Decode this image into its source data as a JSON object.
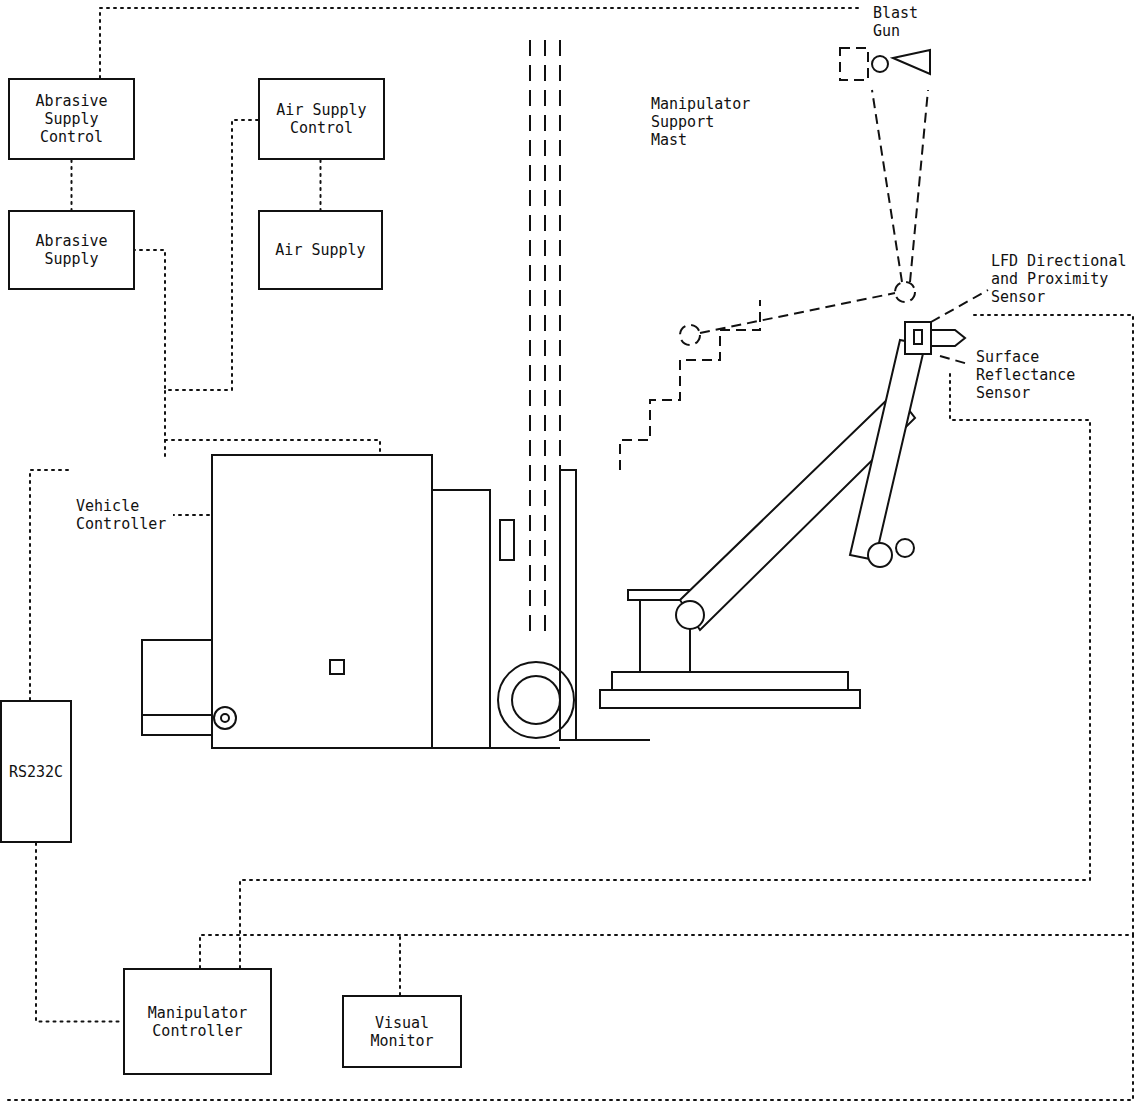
{
  "diagram": {
    "nodes": [
      {
        "text": [
          "Abrasive Supply Control"
        ]
      },
      {
        "text": [
          "Abrasive Supply"
        ]
      },
      {
        "text": [
          "Air Supply Control"
        ]
      },
      {
        "text": [
          "Air Supply"
        ]
      },
      {
        "text": [
          "RS232C"
        ]
      },
      {
        "text": [
          "Manipulator Controller"
        ]
      },
      {
        "text": [
          "Visual Monitor"
        ]
      }
    ],
    "edges": [
      {
        "from": 0,
        "to": 1,
        "arrow": "none"
      },
      {
        "from": 2,
        "to": 3,
        "arrow": "none"
      },
      {
        "from": 4,
        "to": 5,
        "arrow": "none"
      }
    ],
    "labels": [
      "Blast Gun",
      "Manipulator Support Mast",
      "LFD Directional and Proximity Sensor",
      "Surface Reflectance Sensor",
      "Vehicle Controller"
    ]
  }
}
